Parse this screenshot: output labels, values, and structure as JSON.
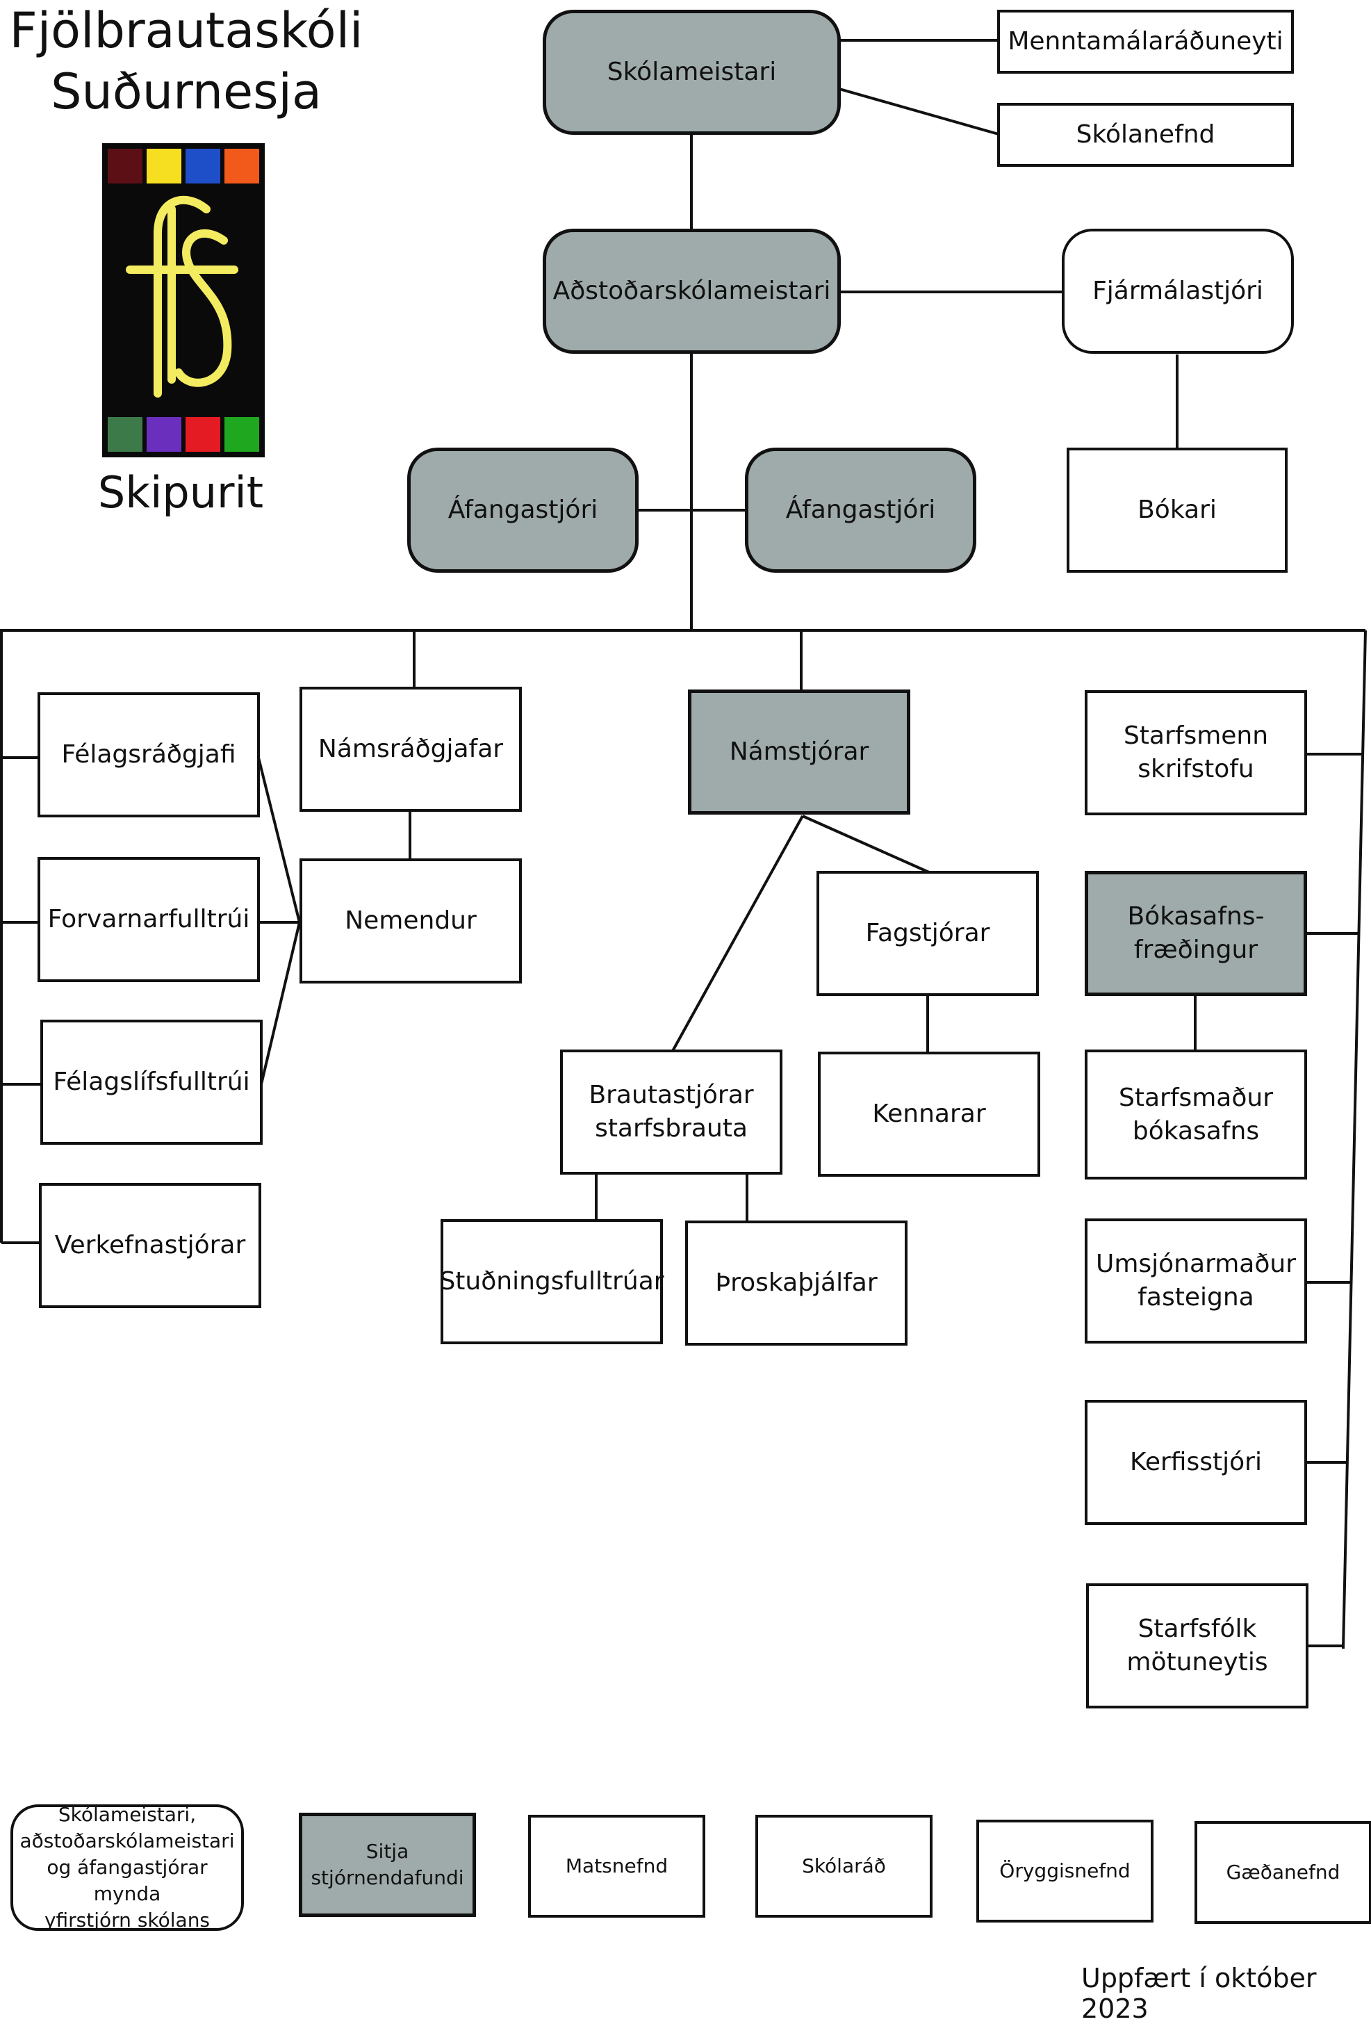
{
  "header": {
    "school_name": "Fjölbrautaskóli\nSuðurnesja",
    "subtitle": "Skipurit",
    "updated": "Uppfært í október 2023"
  },
  "logo": {
    "letters": "fs",
    "top_colors": [
      "#5c1016",
      "#f6df20",
      "#1f4ec9",
      "#f25a1c"
    ],
    "bottom_colors": [
      "#3d7a4a",
      "#6b2fbd",
      "#e51b24",
      "#1fa71f"
    ],
    "letter_color": "#f4ec60",
    "background": "#0a0a0a"
  },
  "colors": {
    "management": "#9fabaa",
    "line": "#111111"
  },
  "nodes": {
    "skolameistari": "Skólameistari",
    "menntamalaraduneyti": "Menntamálaráðuneyti",
    "skolanefnd": "Skólanefnd",
    "adstodarskolameistari": "Aðstoðarskólameistari",
    "fjarmalastjori": "Fjármálastjóri",
    "afangastjori_1": "Áfangastjóri",
    "afangastjori_2": "Áfangastjóri",
    "bokari": "Bókari",
    "felagsradgjafi": "Félagsráðgjafi",
    "namsradgjafar": "Námsráðgjafar",
    "namstjorar": "Námstjórar",
    "starfsmenn_skrifstofu": "Starfsmenn\nskrifstofu",
    "forvarnarfulltrui": "Forvarnarfulltrúi",
    "nemendur": "Nemendur",
    "fagstjorar": "Fagstjórar",
    "bokasafnsfraedingur": "Bókasafns-\nfræðingur",
    "felagslifsfulltrui": "Félagslífsfulltrúi",
    "brautastjorar": "Brautastjórar\nstarfsbrauta",
    "kennarar": "Kennarar",
    "starfsmadur_bokasafns": "Starfsmaður\nbókasafns",
    "verkefnastjorar": "Verkefnastjórar",
    "studningsfulltruar": "Stuðningsfulltrúar",
    "throskathjalfar": "Þroskaþjálfar",
    "umsjonarmadur_fasteigna": "Umsjónarmaður\nfasteigna",
    "kerfisstjori": "Kerfisstjóri",
    "starfsfolk_motuneytis": "Starfsfólk\nmötuneytis"
  },
  "legend": {
    "yfirstjorn": "Skólameistari,\naðstoðarskólameistari\nog áfangastjórar mynda\nyfirstjórn skólans",
    "sitja": "Sitja\nstjórnendafundi",
    "matsnefnd": "Matsnefnd",
    "skolarad": "Skólaráð",
    "oryggisnefnd": "Öryggisnefnd",
    "gaedanefnd": "Gæðanefnd"
  }
}
